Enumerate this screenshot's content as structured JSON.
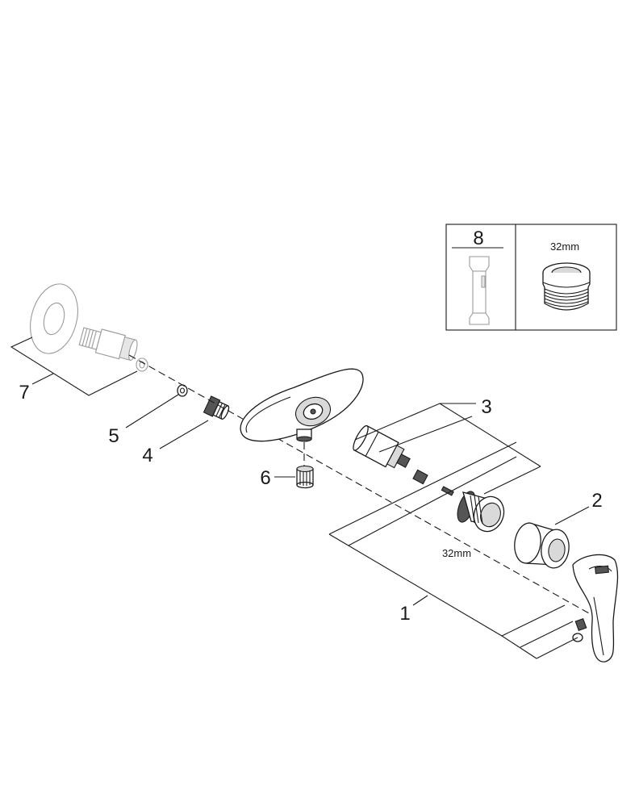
{
  "labels": {
    "part1": "1",
    "part2": "2",
    "part3": "3",
    "part4": "4",
    "part5": "5",
    "part6": "6",
    "part7": "7",
    "part8": "8"
  },
  "dimensions": {
    "nut_size": "32mm",
    "inset_nut_size": "32mm"
  }
}
